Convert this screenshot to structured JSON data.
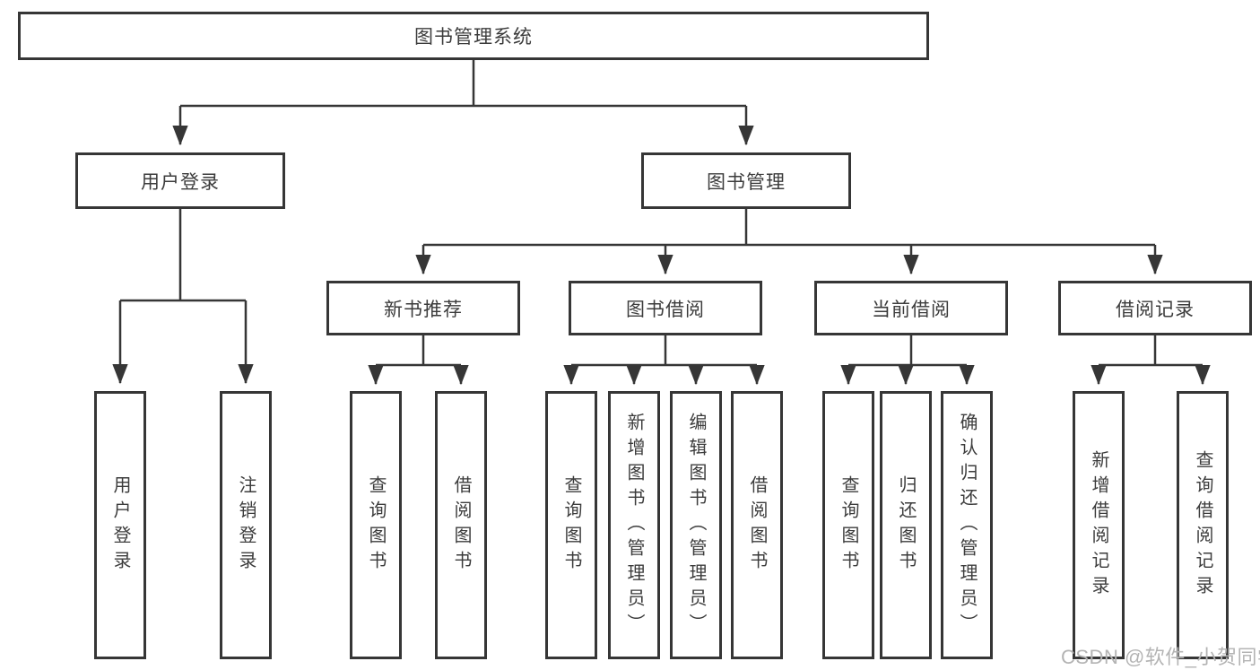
{
  "diagram_title": "图书管理系统",
  "tree": {
    "label": "图书管理系统",
    "children": [
      {
        "label": "用户登录",
        "children": [
          {
            "label": "用户登录"
          },
          {
            "label": "注销登录"
          }
        ]
      },
      {
        "label": "图书管理",
        "children": [
          {
            "label": "新书推荐",
            "children": [
              {
                "label": "查询图书"
              },
              {
                "label": "借阅图书"
              }
            ]
          },
          {
            "label": "图书借阅",
            "children": [
              {
                "label": "查询图书"
              },
              {
                "label": "新增图书（管理员）"
              },
              {
                "label": "编辑图书（管理员）"
              },
              {
                "label": "借阅图书"
              }
            ]
          },
          {
            "label": "当前借阅",
            "children": [
              {
                "label": "查询图书"
              },
              {
                "label": "归还图书"
              },
              {
                "label": "确认归还（管理员）"
              }
            ]
          },
          {
            "label": "借阅记录",
            "children": [
              {
                "label": "新增借阅记录"
              },
              {
                "label": "查询借阅记录"
              }
            ]
          }
        ]
      }
    ]
  },
  "watermark": {
    "text": "CSDN @软件_小贺同学"
  },
  "colors": {
    "line": "#363636",
    "border": "#363636",
    "text": "#3c3c3c",
    "watermark": "#b4b4b4",
    "background": "#ffffff"
  }
}
